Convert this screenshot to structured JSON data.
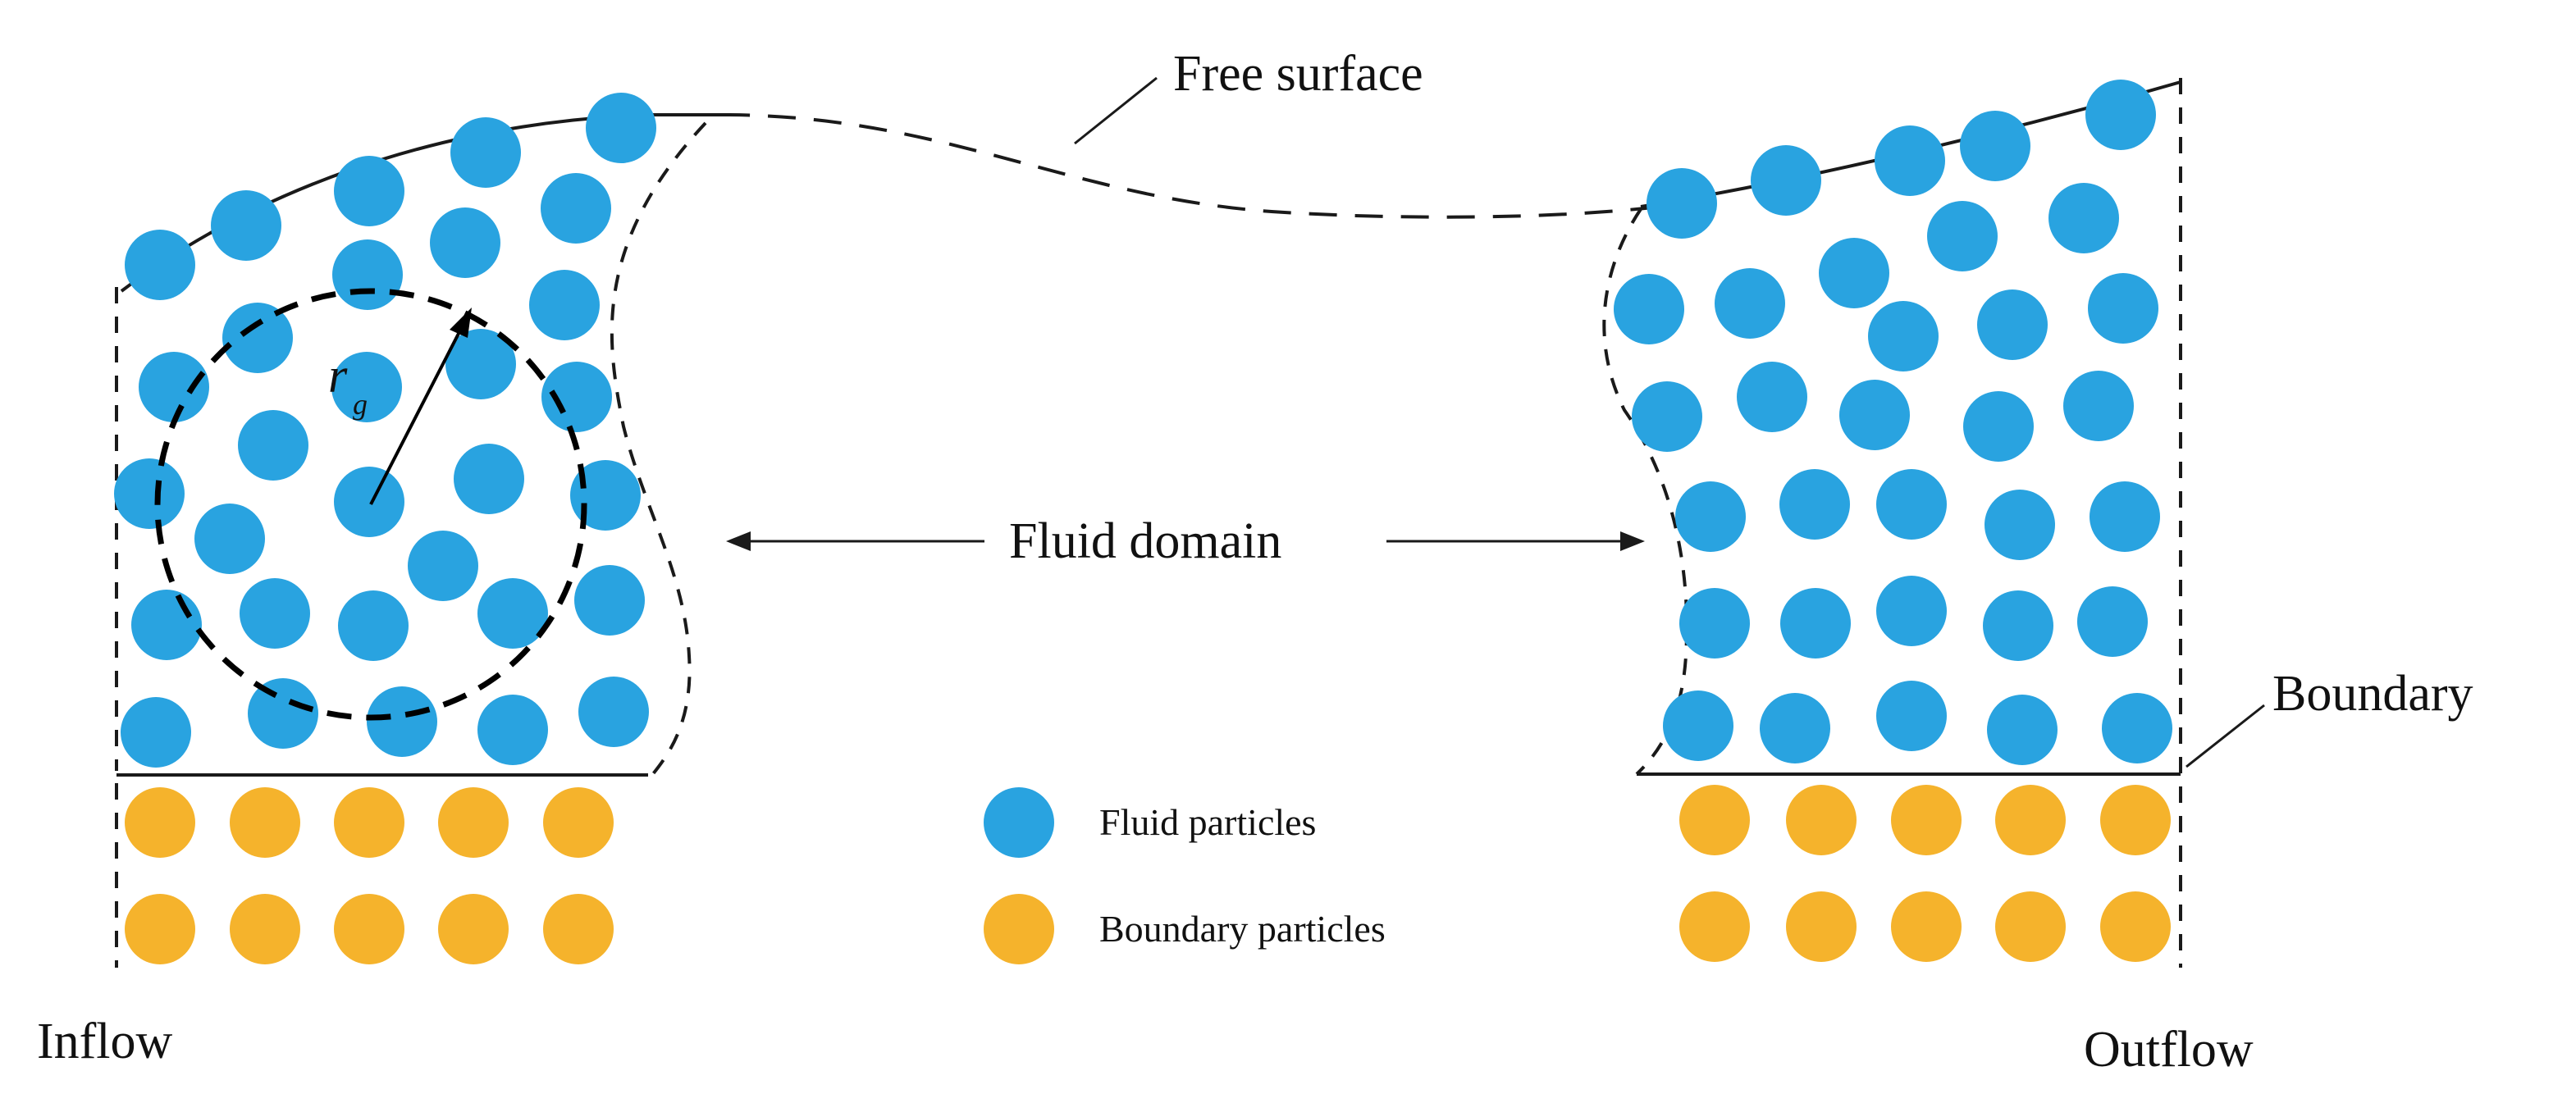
{
  "labels": {
    "free_surface": "Free surface",
    "fluid_domain": "Fluid domain",
    "boundary": "Boundary",
    "inflow": "Inflow",
    "outflow": "Outflow",
    "radius_symbol": "r",
    "radius_subscript": "g"
  },
  "legend": {
    "fluid": "Fluid particles",
    "boundary": "Boundary particles"
  },
  "colors": {
    "fluid_particle": "#29A3E0",
    "boundary_particle": "#F5B32C",
    "line": "#1a1a1a"
  }
}
